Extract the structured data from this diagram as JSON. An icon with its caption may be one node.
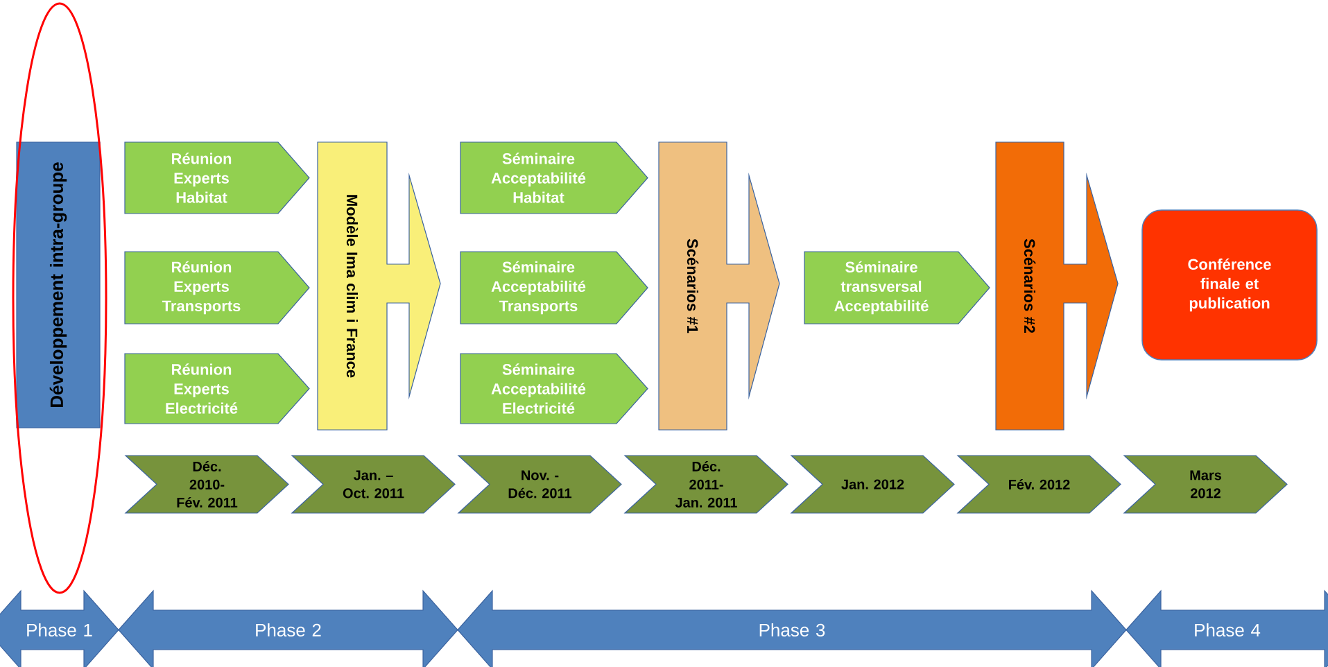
{
  "diagram": {
    "nodes": [
      {
        "text": [
          "Développement intra-groupe"
        ]
      },
      {
        "text": [
          "Réunion Experts Habitat"
        ]
      },
      {
        "text": [
          "Réunion Experts Transports"
        ]
      },
      {
        "text": [
          "Réunion Experts Electricité"
        ]
      },
      {
        "text": [
          "Modèle Ima clim i France"
        ]
      },
      {
        "text": [
          "Séminaire Acceptabilité Habitat"
        ]
      },
      {
        "text": [
          "Séminaire Acceptabilité Transports"
        ]
      },
      {
        "text": [
          "Séminaire Acceptabilité Electricité"
        ]
      },
      {
        "text": [
          "Scénarios #1"
        ]
      },
      {
        "text": [
          "Séminaire transversal Acceptabilité"
        ]
      },
      {
        "text": [
          "Scénarios #2"
        ]
      },
      {
        "text": [
          "Conférence finale et publication"
        ]
      },
      {
        "text": [
          "Déc. 2010- Fév. 2011"
        ]
      },
      {
        "text": [
          "Jan. – Oct. 2011"
        ]
      },
      {
        "text": [
          "Nov. - Déc. 2011"
        ]
      },
      {
        "text": [
          "Déc. 2011- Jan. 2011"
        ]
      },
      {
        "text": [
          "Jan. 2012"
        ]
      },
      {
        "text": [
          "Fév. 2012"
        ]
      },
      {
        "text": [
          "Mars 2012"
        ]
      },
      {
        "text": [
          "Phase 1"
        ]
      },
      {
        "text": [
          "Phase 2"
        ]
      },
      {
        "text": [
          "Phase 3"
        ]
      },
      {
        "text": [
          "Phase 4"
        ]
      }
    ]
  }
}
